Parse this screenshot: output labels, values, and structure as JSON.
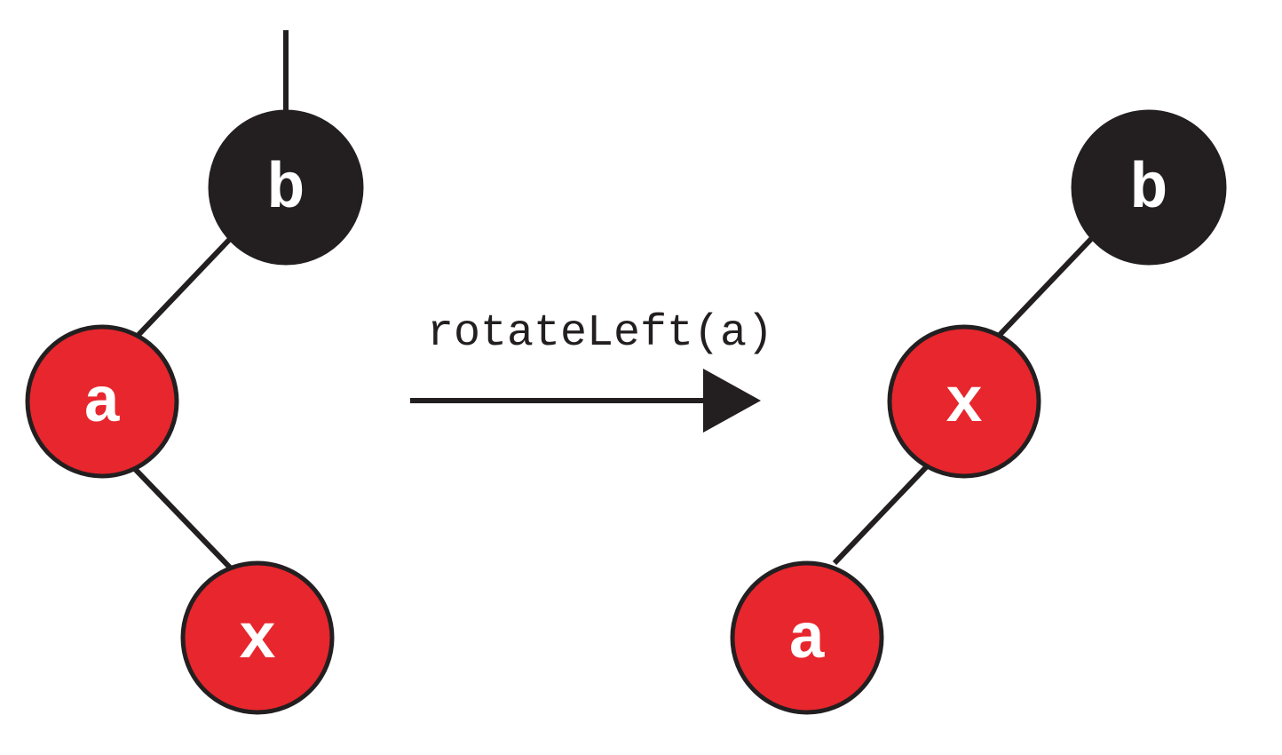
{
  "colors": {
    "black_node": "#231f20",
    "red_node": "#e8262d",
    "stroke": "#231f20",
    "label": "#ffffff"
  },
  "operation": {
    "label": "rotateLeft(a)"
  },
  "before_tree": {
    "nodes": [
      {
        "id": "b",
        "label": "b",
        "color": "black"
      },
      {
        "id": "a",
        "label": "a",
        "color": "red"
      },
      {
        "id": "x",
        "label": "x",
        "color": "red"
      }
    ],
    "edges": [
      {
        "from": "b",
        "to": "a",
        "side": "left"
      },
      {
        "from": "a",
        "to": "x",
        "side": "right"
      }
    ],
    "has_parent_link": true
  },
  "after_tree": {
    "nodes": [
      {
        "id": "b",
        "label": "b",
        "color": "black"
      },
      {
        "id": "x",
        "label": "x",
        "color": "red"
      },
      {
        "id": "a",
        "label": "a",
        "color": "red"
      }
    ],
    "edges": [
      {
        "from": "b",
        "to": "x",
        "side": "left"
      },
      {
        "from": "x",
        "to": "a",
        "side": "left"
      }
    ],
    "has_parent_link": false
  }
}
